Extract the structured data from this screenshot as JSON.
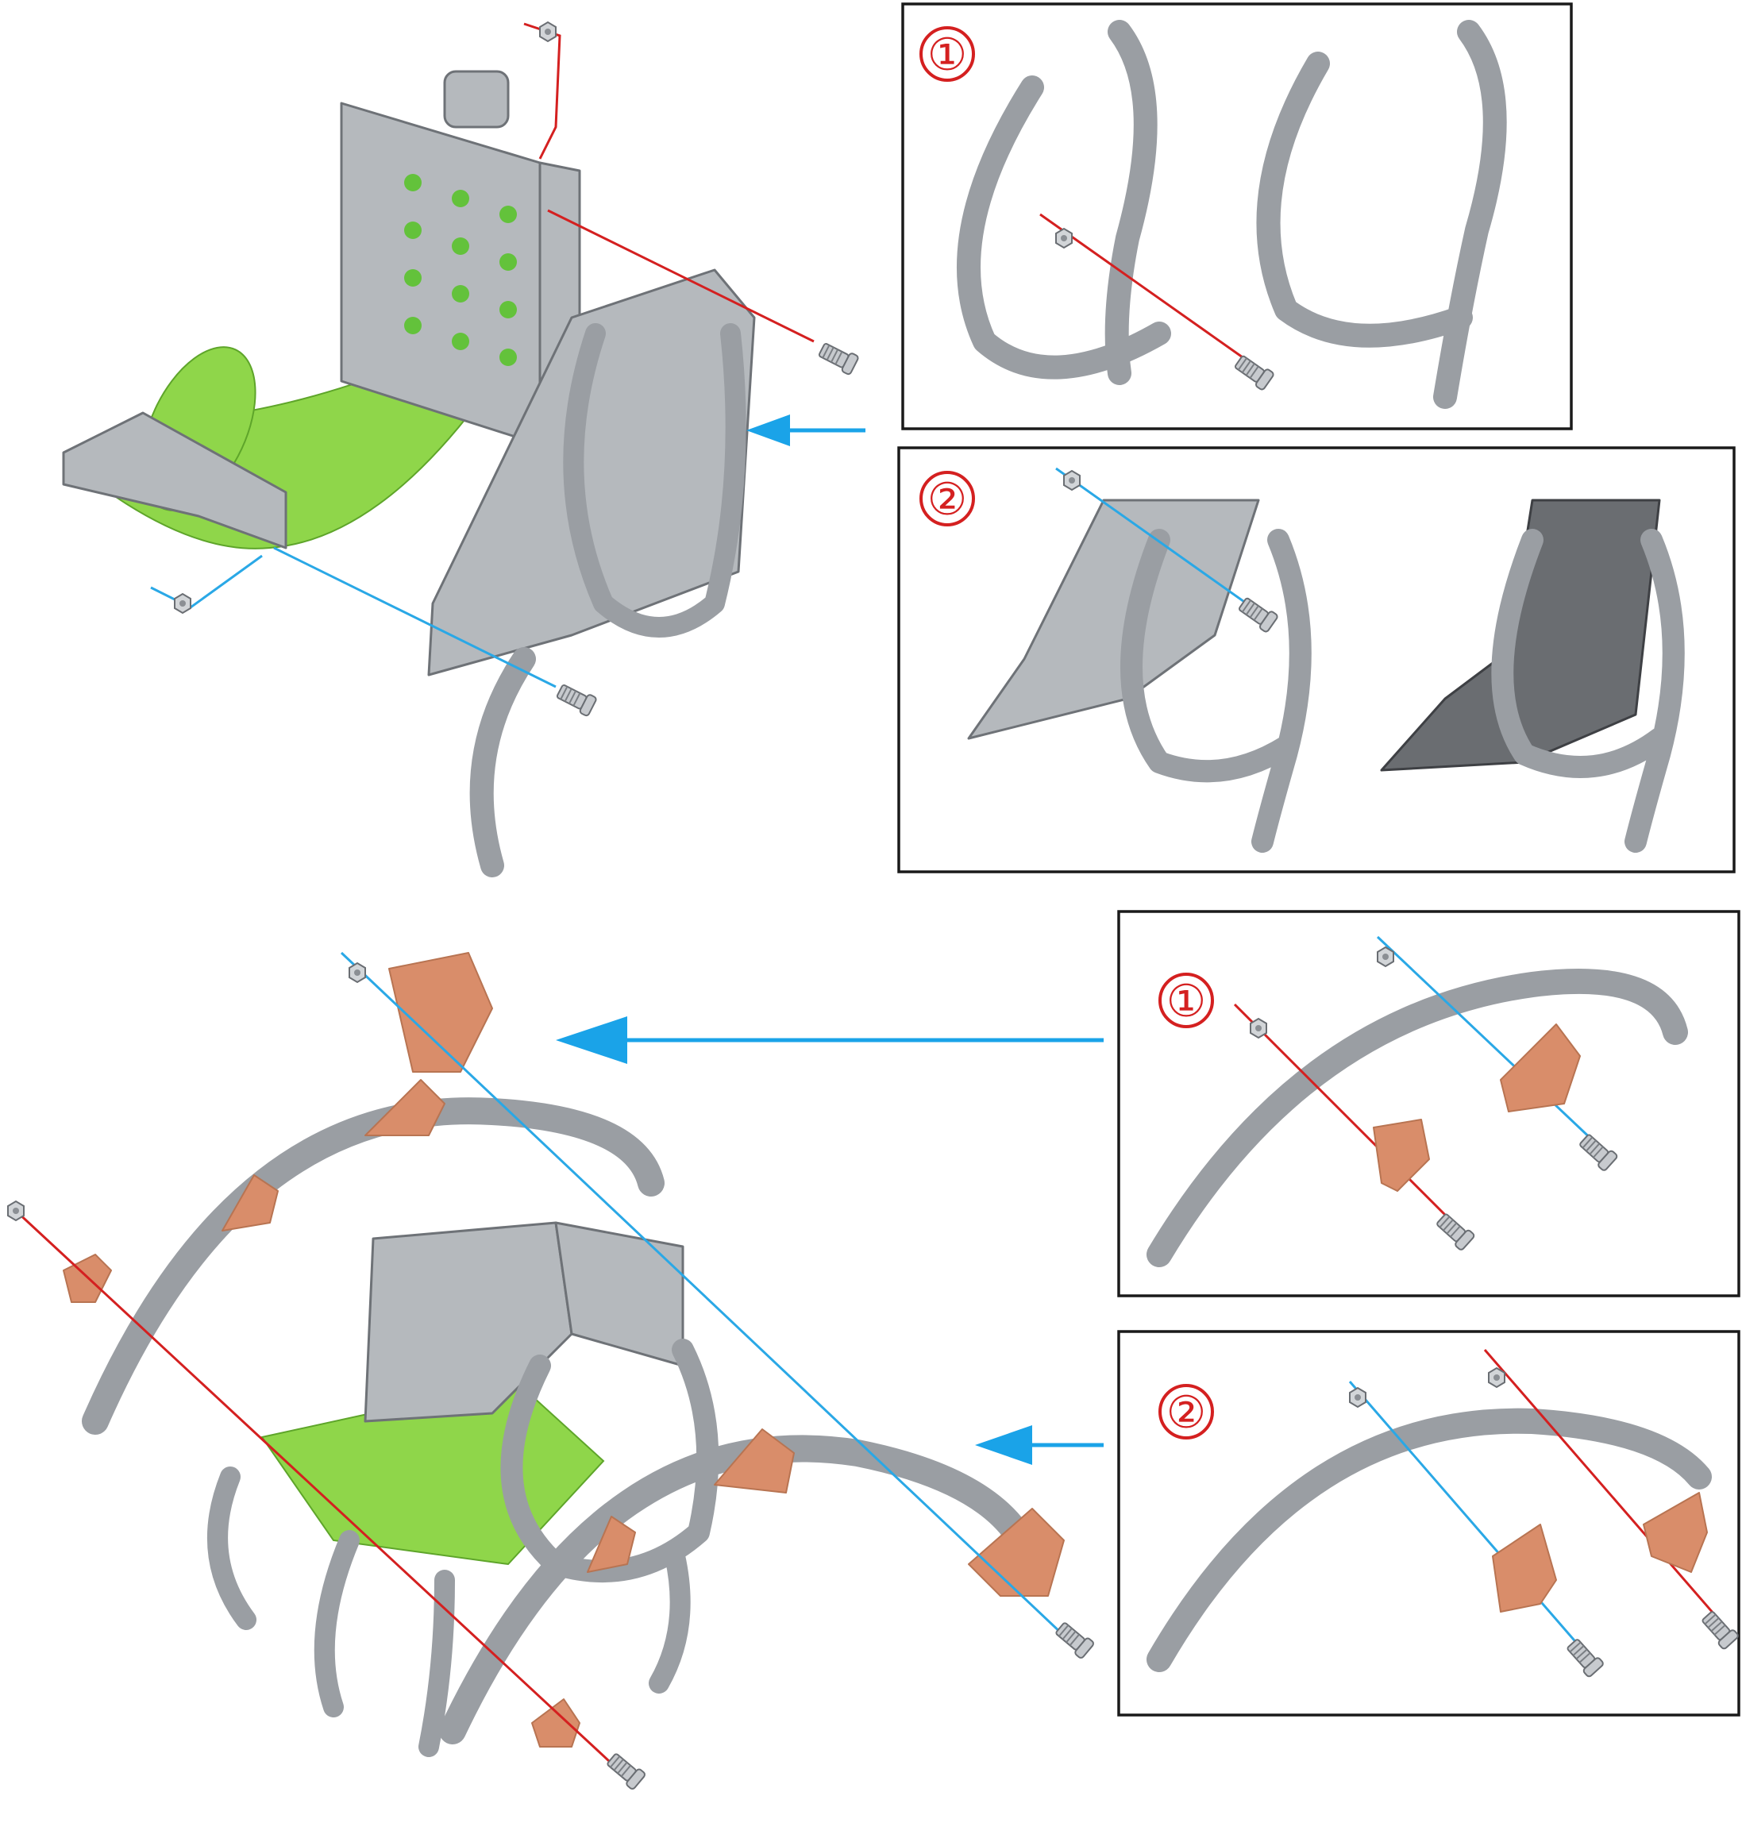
{
  "diagram": {
    "steps": [
      {
        "number": "①"
      },
      {
        "number": "②"
      },
      {
        "number": "①"
      },
      {
        "number": "②"
      }
    ],
    "colors": {
      "step_marker": "#d42020",
      "axis_red": "#d42020",
      "axis_blue": "#2aa8e6",
      "arrow": "#1aa3e8",
      "metal": "#a7abaf",
      "green_part": "#8fd64a",
      "copper_part": "#d98d6a",
      "box_border": "#1a1a1a"
    },
    "icons": {
      "arrow": "arrow-left-icon",
      "bolt": "bolt-icon",
      "nut": "nut-icon"
    }
  }
}
